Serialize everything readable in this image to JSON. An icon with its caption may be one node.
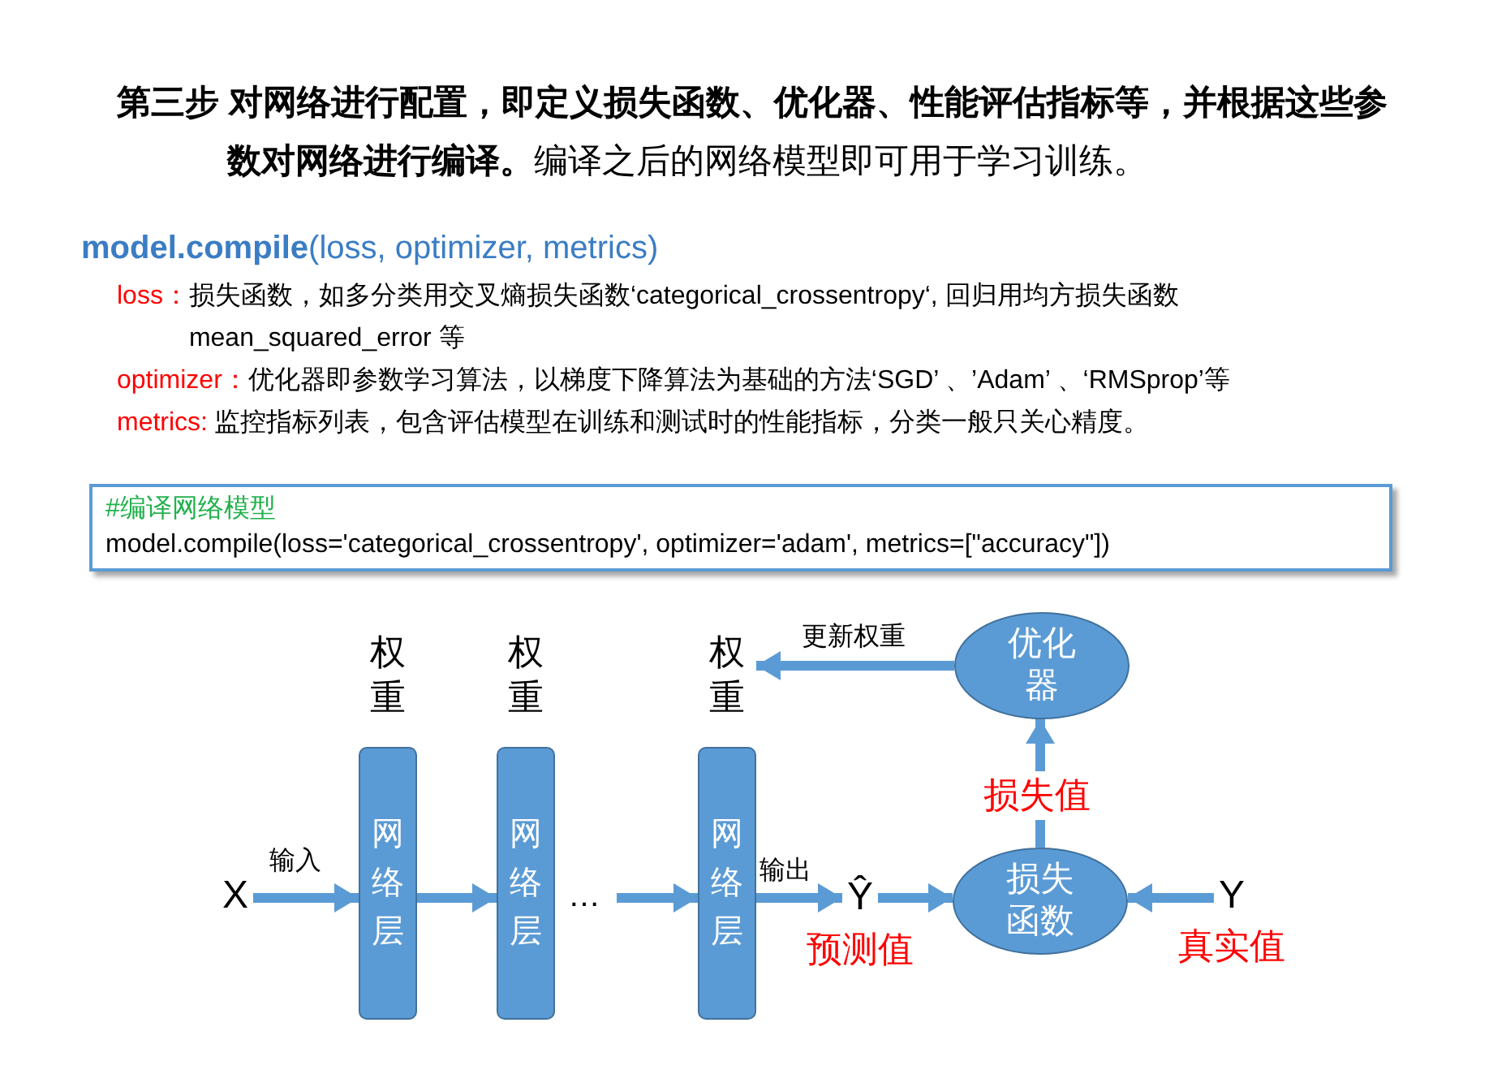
{
  "diagram": {
    "title": "**第三步 对网络进行配置，即定义损失函数、优化器、性能评估指标等，并根据这些参数对网络进行编译。**编译之后的网络模型即可用于学习训练。",
    "nodes": [
      {
        "text": [
          "#编译网络模型",
          "model.compile(loss='categorical_crossentropy', optimizer='adam', metrics=[\"accuracy\"])"
        ]
      },
      {
        "text": [
          "X"
        ]
      },
      {
        "text": [
          "权重",
          "网络层"
        ]
      },
      {
        "text": [
          "权重",
          "网络层"
        ]
      },
      {
        "text": [
          "权重",
          "网络层"
        ]
      },
      {
        "text": [
          "Ŷ"
        ],
        "beside": [
          "预测值"
        ]
      },
      {
        "text": [
          "损失函数"
        ]
      },
      {
        "text": [
          "Y"
        ],
        "beside": [
          "真实值"
        ]
      },
      {
        "text": [
          "优化器"
        ]
      }
    ],
    "edges": [
      {
        "from": 1,
        "to": 2,
        "arrow": "to",
        "label": "输入"
      },
      {
        "from": 2,
        "to": 3,
        "arrow": "to"
      },
      {
        "from": null,
        "to": 4,
        "arrow": "to"
      },
      {
        "from": 4,
        "to": 5,
        "arrow": "to",
        "label": "输出"
      },
      {
        "from": 5,
        "to": 6,
        "arrow": "to"
      },
      {
        "from": 7,
        "to": 6,
        "arrow": "to"
      },
      {
        "from": 6,
        "to": 8,
        "arrow": "to",
        "label": "损失值"
      },
      {
        "from": 8,
        "to": 4,
        "arrow": "to",
        "label": "更新权重"
      }
    ],
    "labels": [
      "**model.compile**(loss, optimizer, metrics)",
      "loss：",
      "损失函数，如多分类用交叉熵损失函数‘categorical_crossentropy‘, 回归用均方损失函数 mean_squared_error 等",
      "optimizer：",
      "优化器即参数学习算法，以梯度下降算法为基础的方法‘SGD’ 、’Adam’ 、‘RMSprop’等",
      "metrics:",
      "监控指标列表，包含评估模型在训练和测试时的性能指标，分类一般只关心精度。",
      "…"
    ]
  }
}
